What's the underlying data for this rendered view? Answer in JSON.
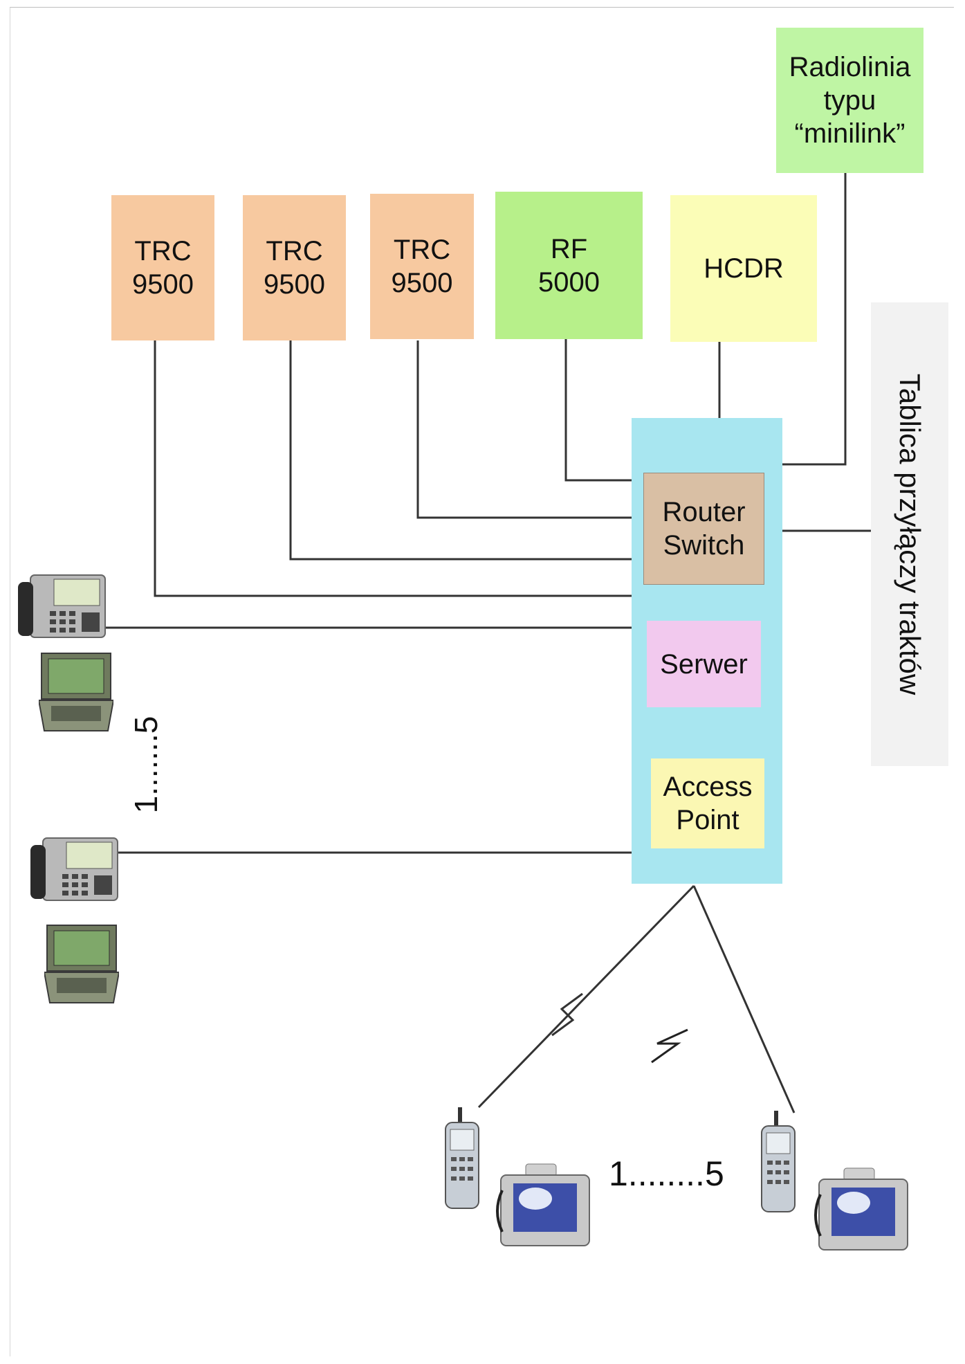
{
  "nodes": {
    "trc1": {
      "line1": "TRC",
      "line2": "9500"
    },
    "trc2": {
      "line1": "TRC",
      "line2": "9500"
    },
    "trc3": {
      "line1": "TRC",
      "line2": "9500"
    },
    "rf": {
      "line1": "RF",
      "line2": "5000"
    },
    "hcdr": {
      "label": "HCDR"
    },
    "minilink": {
      "line1": "Radiolinia",
      "line2": "typu",
      "line3": "“minilink”"
    },
    "router_switch": {
      "line1": "Router",
      "line2": "Switch"
    },
    "serwer": {
      "label": "Serwer"
    },
    "access_point": {
      "line1": "Access",
      "line2": "Point"
    }
  },
  "side_panel": {
    "label": "Tablica przyłączy traktów"
  },
  "wired_terminals_range": "1.......5",
  "wireless_terminals_range": "1........5",
  "colors": {
    "trc": "#f7c9a0",
    "rf": "#b7f08a",
    "hcdr": "#fbfdb7",
    "minilink": "#bff5a4",
    "cabinet": "#a8e6f0",
    "router": "#d9bfa4",
    "serwer": "#f2c9ee",
    "access_point": "#fbf7b3",
    "side_panel": "#f2f2f2"
  },
  "icons": [
    "ip-phone-icon",
    "rugged-laptop-icon",
    "handheld-radio-icon",
    "tablet-terminal-icon",
    "lightning-bolt-icon"
  ]
}
